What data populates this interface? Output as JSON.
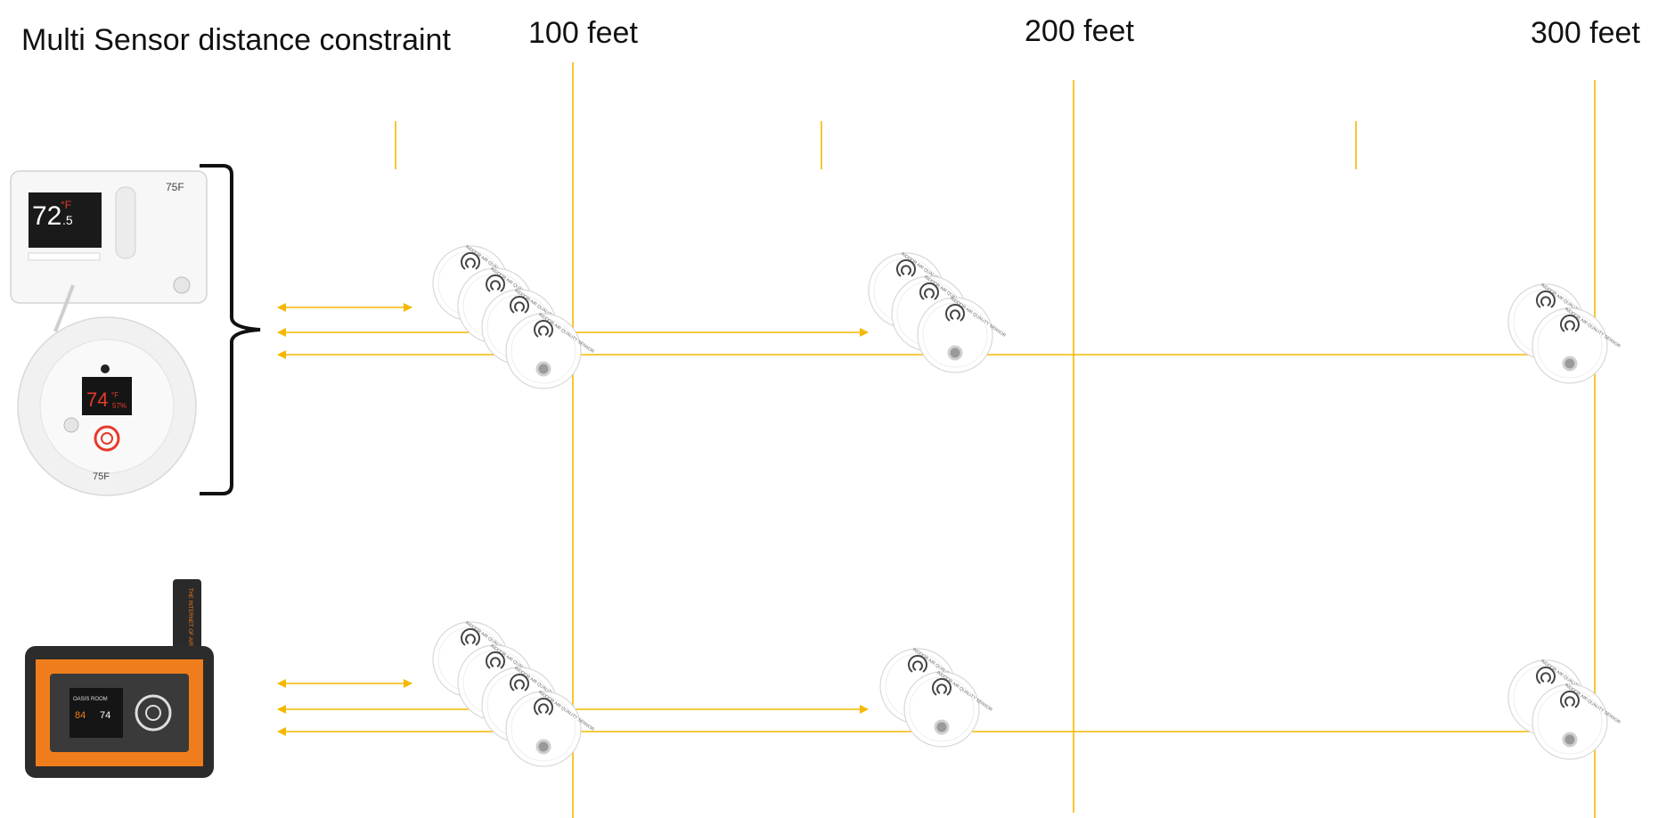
{
  "title": "Multi Sensor distance constraint",
  "distance_labels": [
    "100 feet",
    "200 feet",
    "300 feet"
  ],
  "colors": {
    "guide_line": "#f5b800",
    "arrow": "#f5b800",
    "device_orange": "#f07d1c",
    "screen_red": "#e8392a"
  },
  "icons": [
    "wall-controller",
    "ceiling-sensor",
    "portable-monitor",
    "indoor-air-quality-sensor"
  ],
  "devices": {
    "wall_controller": {
      "brand": "75F",
      "temp": "72",
      "temp_unit": "°F",
      "temp_decimal": ".5"
    },
    "ceiling_sensor": {
      "brand": "75F",
      "temp": "74",
      "temp_unit": "°F",
      "humidity": "57%"
    },
    "portable_monitor": {
      "side_text": "THE INTERNET OF AIR",
      "room": "OASIS ROOM",
      "value_1": "84",
      "value_2": "74"
    },
    "sensor_label": "INDOOR AIR QUALITY SENSOR"
  }
}
